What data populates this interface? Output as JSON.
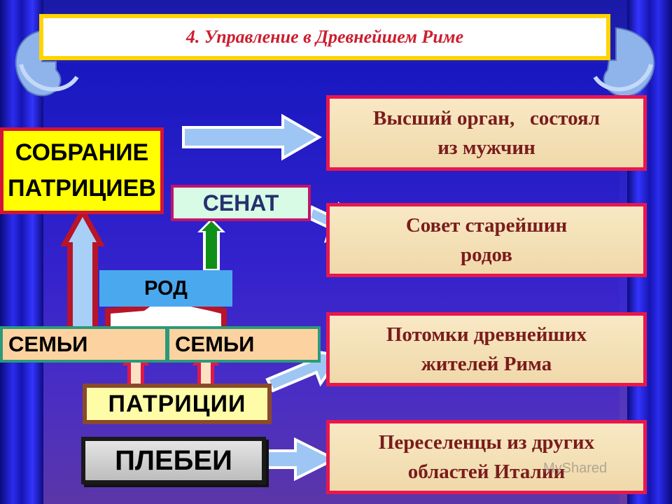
{
  "slide": {
    "title": "4. Управление в Древнейшем Риме"
  },
  "left_blocks": {
    "sobranie_line1": "СОБРАНИЕ",
    "sobranie_line2": "ПАТРИЦИЕВ",
    "senat": "СЕНАТ",
    "rod": "РОД",
    "semya_1": "СЕМЬИ",
    "semya_2": "СЕМЬИ",
    "patricii": "ПАТРИЦИИ",
    "plebei": "ПЛЕБЕИ"
  },
  "descriptions": [
    {
      "line1": "Высший орган,   состоял",
      "line2": "из мужчин"
    },
    {
      "line1": "Совет старейшин",
      "line2": "родов"
    },
    {
      "line1": "Потомки древнейших",
      "line2": "жителей Рима"
    },
    {
      "line1": "Переселенцы из других",
      "line2": "областей Италии"
    }
  ],
  "watermark": "MyShared",
  "colors": {
    "background": "#2a24c8",
    "title_border": "#ffd400",
    "title_text": "#cc1e2e",
    "desc_border": "#e8174e",
    "desc_fill": "#f4e0b8",
    "arrow_fill": "#9ec6f4",
    "up_arrow_green": "#109018",
    "up_arrow_border": "#b8142a"
  }
}
